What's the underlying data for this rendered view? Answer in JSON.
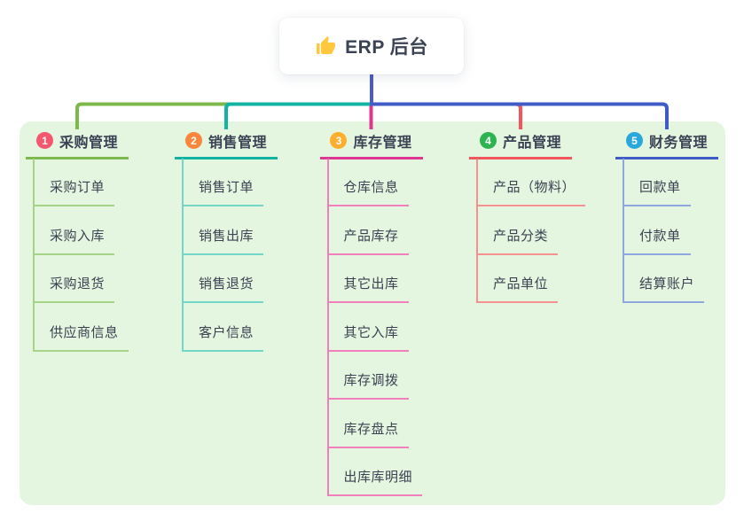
{
  "root": {
    "label": "ERP 后台",
    "icon": "thumbs-up-icon"
  },
  "branches": [
    {
      "index": "1",
      "label": "采购管理",
      "badge_color": "#f4566e",
      "line_color": "#7cb94a",
      "sub_line_color": "#a6d386",
      "children": [
        "采购订单",
        "采购入库",
        "采购退货",
        "供应商信息"
      ]
    },
    {
      "index": "2",
      "label": "销售管理",
      "badge_color": "#f9863b",
      "line_color": "#13b3a3",
      "sub_line_color": "#72d6c9",
      "children": [
        "销售订单",
        "销售出库",
        "销售退货",
        "客户信息"
      ]
    },
    {
      "index": "3",
      "label": "库存管理",
      "badge_color": "#ffae2b",
      "line_color": "#dd3792",
      "sub_line_color": "#f07fbb",
      "children": [
        "仓库信息",
        "产品库存",
        "其它出库",
        "其它入库",
        "库存调拨",
        "库存盘点",
        "出库库明细"
      ]
    },
    {
      "index": "4",
      "label": "产品管理",
      "badge_color": "#2db450",
      "line_color": "#f2555c",
      "sub_line_color": "#f59191",
      "children": [
        "产品（物料）",
        "产品分类",
        "产品单位"
      ]
    },
    {
      "index": "5",
      "label": "财务管理",
      "badge_color": "#29a8de",
      "line_color": "#3e5bc6",
      "sub_line_color": "#8fa6df",
      "children": [
        "回款单",
        "付款单",
        "结算账户"
      ]
    }
  ],
  "colors": {
    "panel_bg": "#e4f5e0",
    "root_connector": "#4a5bcb",
    "text": "#3a4254",
    "icon_color": "#ffc83d"
  }
}
